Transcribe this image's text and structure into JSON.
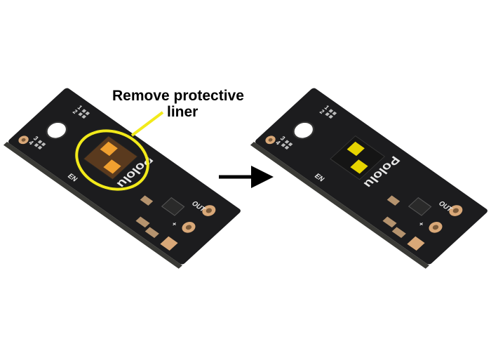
{
  "callout": {
    "line1": "Remove protective",
    "line2": "liner"
  },
  "board_labels": {
    "brand": "Pololu",
    "pin1": "1",
    "pin2": "2",
    "pin3": "3",
    "pin4": "4",
    "enable": "EN",
    "output": "OUT",
    "plus": "+"
  },
  "colors": {
    "pcb": "#1c1c1e",
    "pad": "#d9a878",
    "liner_window": "#f0a030",
    "bare_window": "#e6d400",
    "callout": "#f2ea1a"
  }
}
